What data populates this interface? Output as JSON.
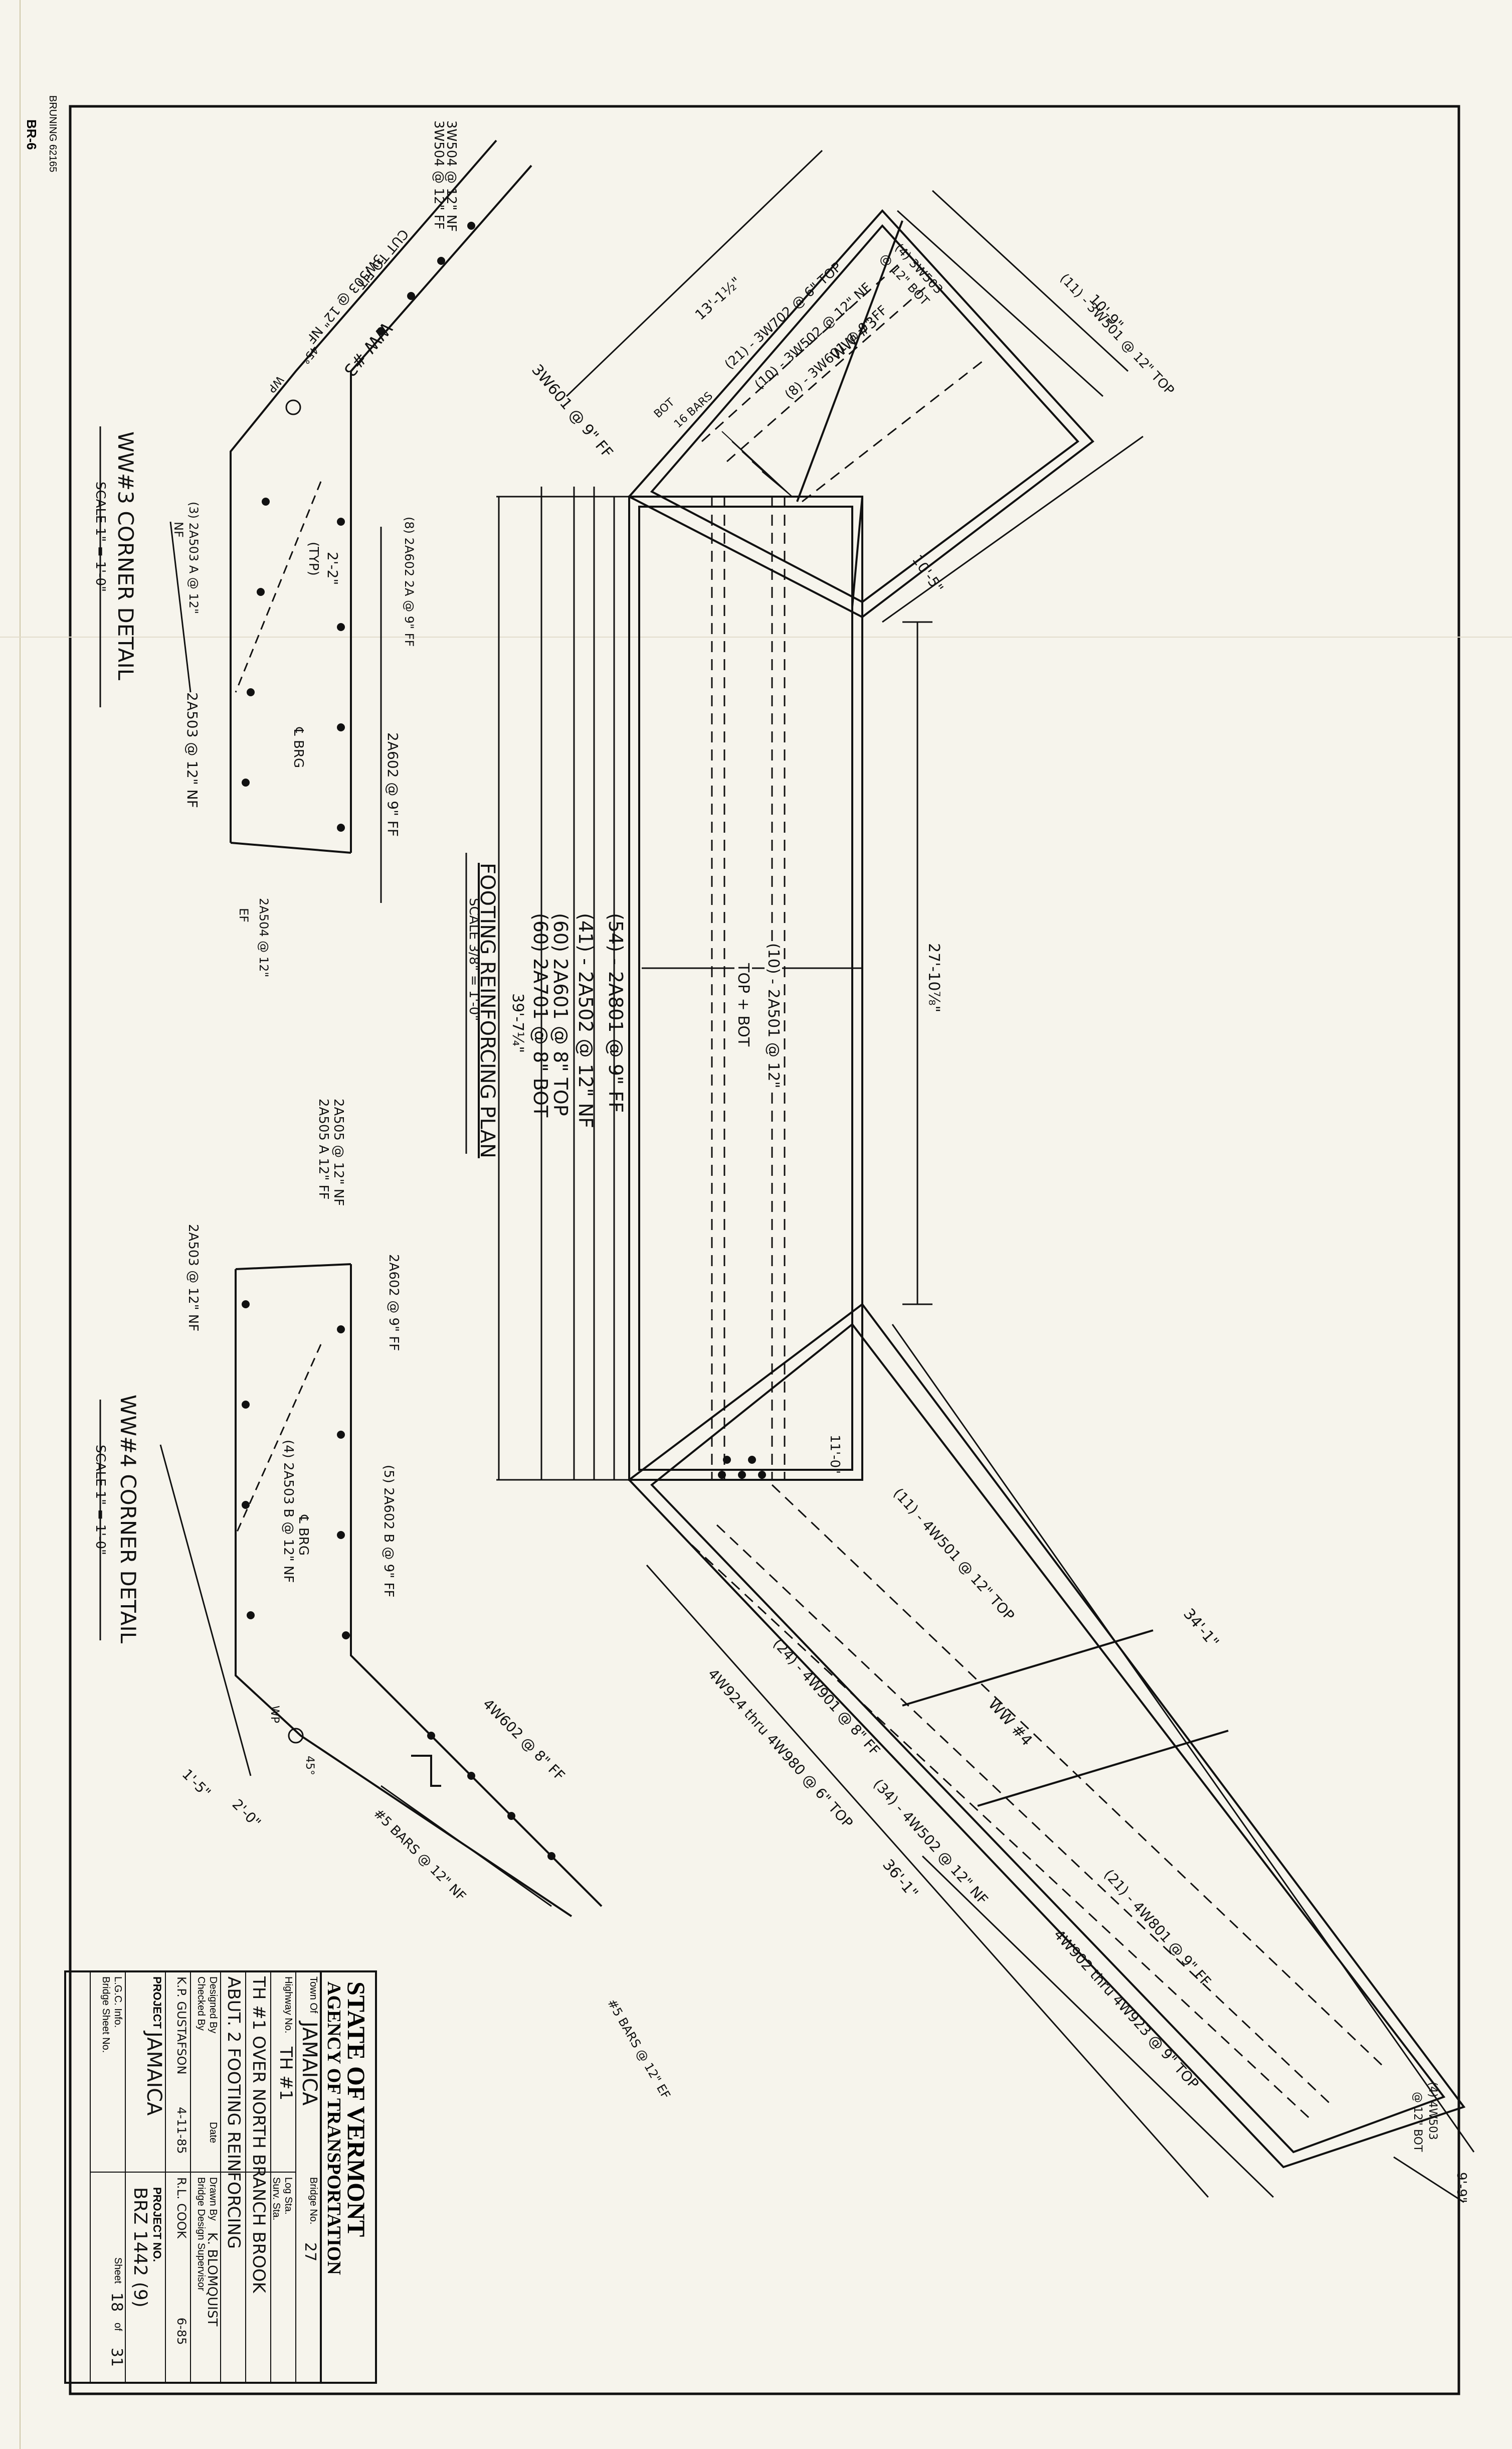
{
  "sheet": {
    "corner_mark": "BR-6",
    "vendor_mark": "BRUNING 62165"
  },
  "drawing": {
    "footing_plan": {
      "title": "FOOTING REINFORCING PLAN",
      "scale": "SCALE 3/8\" = 1'-0\"",
      "callouts": [
        "(54) - 2A801 @ 9\" FF",
        "(41) - 2A502 @ 12\" NF",
        "(60) 2A601 @ 8\" TOP",
        "(60) 2A701 @ 8\" BOT",
        "39'-7¼\""
      ],
      "center_label": "(10) - 2A501 @ 12\"",
      "center_label2": "TOP + BOT",
      "dim_main": "27'-10⅞\"",
      "upper_wing": {
        "dims": [
          "10'-9\"",
          "10'-5\"",
          "13'-1½\""
        ],
        "callouts": [
          "(11) - 3W501 @ 12\" TOP",
          "(4) 3W503",
          "@ 12\" BOT",
          "(21) - 3W702 @ 6\" TOP",
          "(10) - 3W502 @ 12\" NF",
          "(8) - 3W601 @ 9\" FF"
        ],
        "label": "WW #3",
        "note1": "16 BARS",
        "note2": "BOT"
      },
      "lower_wing": {
        "dims": [
          "34'-1\"",
          "36'-1\"",
          "9'-9\"",
          "11'-0\""
        ],
        "callouts": [
          "(11) - 4W501 @ 12\" TOP",
          "(21) - 4W801 @ 9\" FF",
          "(24) - 4W901 @ 8\" FF",
          "(34) - 4W502 @ 12\" NF",
          "4W924 thru 4W980 @ 6\" TOP",
          "4W902 thru 4W923 @ 9\" TOP",
          "(4) 4W503",
          "@ 12\" BOT"
        ],
        "label": "WW #4"
      }
    },
    "ww3_detail": {
      "title": "WW#3 CORNER DETAIL",
      "scale": "SCALE 1\" = 1'-0\"",
      "callouts": [
        "3W504 @ 12\" NF",
        "3W504 @ 12\" FF",
        "CUT TO FIT",
        "3W503 @ 12\" NF",
        "3W601 @ 9\" FF",
        "WW #3",
        "(8) 2A602 2A @ 9\" FF",
        "(3) 2A503 A @ 12\"",
        "NF",
        "2A503 @ 12\" NF",
        "2A602 @ 9\" FF",
        "2A504 @ 12\"",
        "EF",
        "2'-2\"",
        "(TYP)",
        "℄ BRG",
        "WP",
        "45°"
      ]
    },
    "ww4_detail": {
      "title": "WW#4 CORNER DETAIL",
      "scale": "SCALE 1\" = 1'-0\"",
      "callouts": [
        "2A505 @ 12\" NF",
        "2A505 A 12\" FF",
        "2A602 @ 9\" FF",
        "2A503 @ 12\" NF",
        "(4) 2A503 B @ 12\" NF",
        "(5) 2A602 B @ 9\" FF",
        "℄ BRG",
        "4W602 @ 8\" FF",
        "#5 BARS @ 12\" NF",
        "#5 BARS @ 12\" EF",
        "1'-5\"",
        "2'-0\"",
        "WP",
        "45°"
      ]
    }
  },
  "title_block": {
    "agency_line1": "STATE OF VERMONT",
    "agency_line2": "AGENCY OF TRANSPORTATION",
    "town_label": "Town Of",
    "town": "JAMAICA",
    "bridge_no_label": "Bridge No.",
    "bridge_no": "27",
    "highway_label": "Highway No.",
    "highway": "TH #1",
    "log_sta_label": "Log Sta.",
    "surv_sta_label": "Surv. Sta.",
    "description_line1": "TH #1 OVER NORTH BRANCH BROOK",
    "description_line2": "ABUT. 2 FOOTING REINFORCING",
    "designed_by_label": "Designed By",
    "checked_by_label": "Checked By",
    "designed_by": "K.P. GUSTAFSON",
    "date_label": "Date",
    "date1": "4-11-85",
    "drawn_by_label": "Drawn By",
    "drawn_by": "K. BLOMQUIST",
    "supervisor_label": "Bridge Design Supervisor",
    "supervisor": "R.L. COOK",
    "date2": "6-85",
    "project_label": "PROJECT",
    "project": "JAMAICA",
    "project_no_label": "PROJECT NO.",
    "project_no": "BRZ 1442 (9)",
    "lgc_label": "L.G.C. Info.",
    "bridge_sheet_label": "Bridge Sheet No.",
    "sheet_label": "Sheet",
    "sheet_no": "18",
    "of_label": "of",
    "sheet_total": "31"
  }
}
